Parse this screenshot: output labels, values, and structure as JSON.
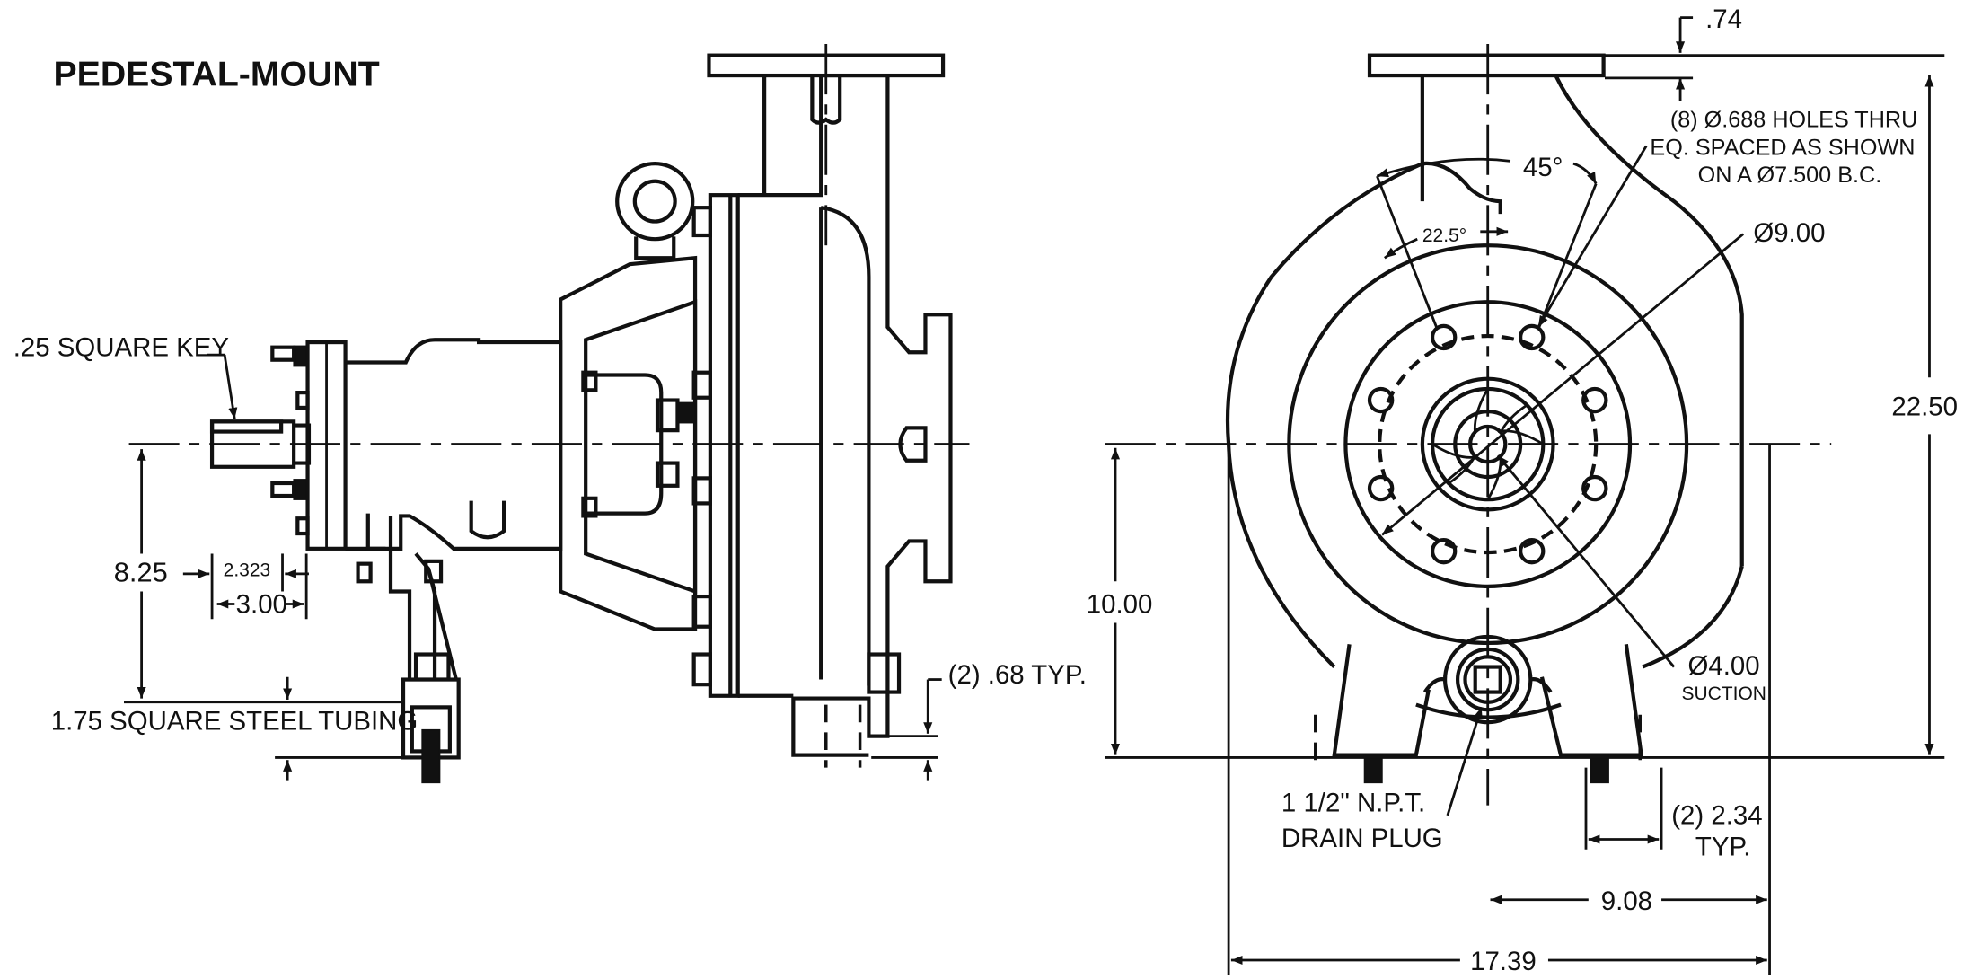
{
  "title": "PEDESTAL-MOUNT",
  "side_view": {
    "labels": {
      "key": ".25 SQUARE KEY",
      "shaft_height": "8.25",
      "key_length": "2.323",
      "shaft_extension": "3.00",
      "tubing": "1.75 SQUARE STEEL TUBING",
      "foot_thickness": "(2) .68 TYP."
    }
  },
  "end_view": {
    "labels": {
      "flange_thickness": ".74",
      "holes_line1": "(8) Ø.688 HOLES THRU",
      "holes_line2": "EQ. SPACED AS SHOWN",
      "holes_line3": "ON A Ø7.500 B.C.",
      "angle_45": "45°",
      "angle_22": "22.5°",
      "flange_dia": "Ø9.00",
      "overall_height": "22.50",
      "center_height": "10.00",
      "suction_dia": "Ø4.00",
      "suction": "SUCTION",
      "drain_line1": "1 1/2\" N.P.T.",
      "drain_line2": "DRAIN PLUG",
      "foot_width_line1": "(2) 2.34",
      "foot_width_line2": "TYP.",
      "half_width": "9.08",
      "overall_width": "17.39"
    }
  }
}
